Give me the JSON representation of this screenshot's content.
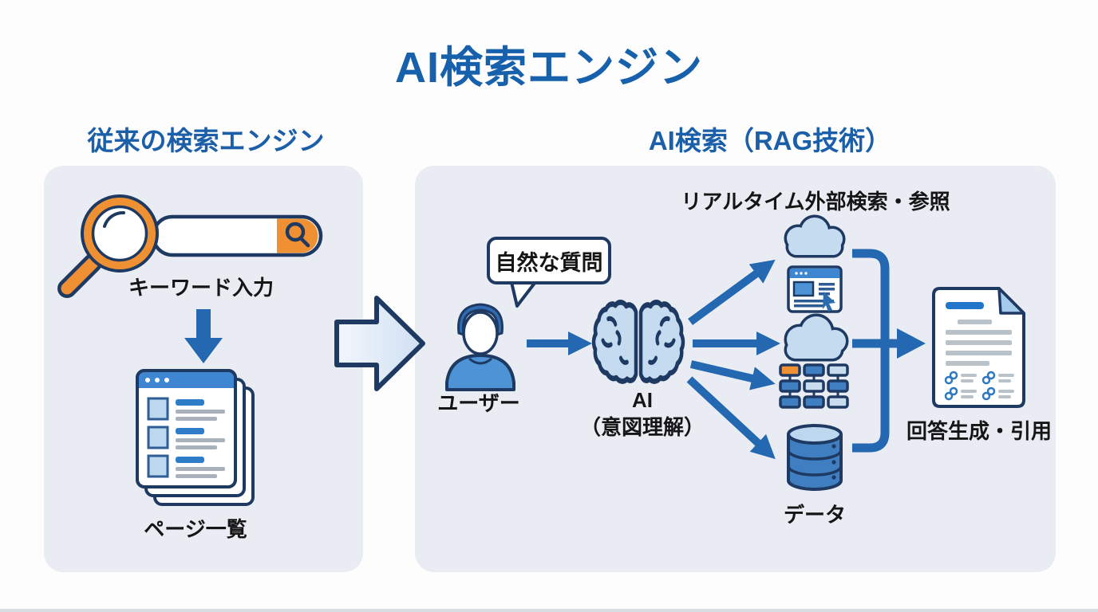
{
  "title": "AI検索エンジン",
  "left": {
    "heading": "従来の検索エンジン",
    "keyword_label": "キーワード入力",
    "pages_label": "ページ一覧"
  },
  "right": {
    "heading": "AI検索（RAG技術）",
    "caption": "リアルタイム外部検索・参照",
    "bubble": "自然な質問",
    "user_label": "ユーザー",
    "ai_label": "AI",
    "ai_sublabel": "（意図理解）",
    "data_label": "データ",
    "output_label": "回答生成・引用"
  },
  "icons": {
    "magnifier": "magnifying-glass-icon",
    "search_bar": "search-bar-icon",
    "down_arrow": "down-arrow-icon",
    "pages_stack": "search-results-pages-icon",
    "big_arrow": "transition-arrow-icon",
    "user": "person-icon",
    "speech_tail": "speech-bubble-tail",
    "brain": "ai-brain-icon",
    "cloud_browser": "cloud-web-page-icon",
    "cloud": "cloud-icon",
    "grid": "structured-data-grid-icon",
    "database": "database-cylinder-icon",
    "document": "answer-document-with-citations-icon"
  },
  "colors": {
    "accent_blue": "#1660ac",
    "heading_blue": "#1a5fa8",
    "arrow_blue": "#2368b0",
    "navy_outline": "#1e3a63",
    "light_blue_fill": "#c5dbf0",
    "mid_blue_fill": "#3f7fc1",
    "orange": "#ef9033",
    "panel_bg": "#e9edf3",
    "text_black": "#151515"
  }
}
